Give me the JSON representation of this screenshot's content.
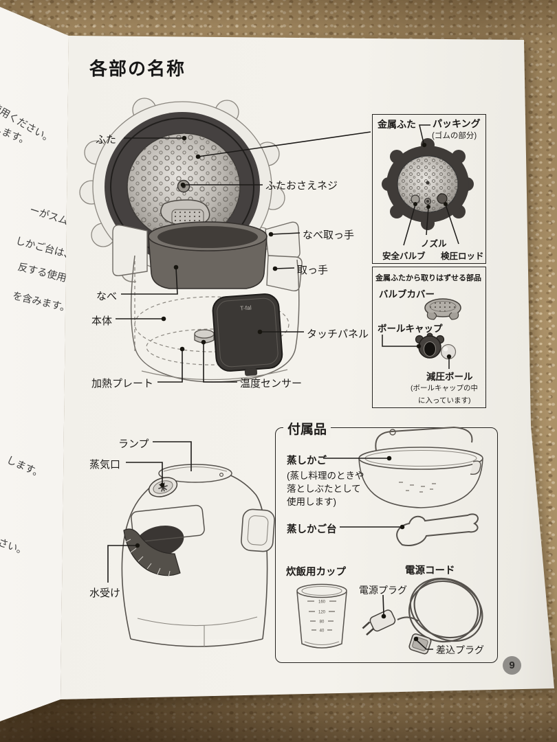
{
  "page": {
    "title": "各部の名称",
    "page_number": "9"
  },
  "left_page": {
    "fragments": [
      "使用ください。",
      "します。",
      "ーがスムー",
      "しかご台は、",
      "反する使用",
      "を含みます。",
      "します。",
      "ださい。"
    ]
  },
  "main_diagram": {
    "panel_logo": "T-fal",
    "labels": {
      "futa": "ふた",
      "futa_osae_neji": "ふたおさえネジ",
      "nabe_totte": "なべ取っ手",
      "totte": "取っ手",
      "nabe": "なべ",
      "hontai": "本体",
      "touch_panel": "タッチパネル",
      "kanetsu_plate": "加熱プレート",
      "ondo_sensor": "温度センサー"
    }
  },
  "metal_lid_box": {
    "title": "金属ふた",
    "packing": "パッキング",
    "packing_note": "(ゴムの部分)",
    "nozzle": "ノズル",
    "safety_valve": "安全バルブ",
    "kenatsu_rod": "検圧ロッド"
  },
  "removable_box": {
    "title": "金属ふたから取りはずせる部品",
    "valve_cover": "バルブカバー",
    "ball_cap": "ボールキャップ",
    "genatsu_ball": "減圧ボール",
    "note_line1": "(ボールキャップの中",
    "note_line2": "に入っています)"
  },
  "bottom_diagram": {
    "labels": {
      "lamp": "ランプ",
      "jouki_guchi": "蒸気口",
      "mizu_uke": "水受け"
    }
  },
  "accessories_box": {
    "title": "付属品",
    "steam_basket": "蒸しかご",
    "steam_basket_note1": "(蒸し料理のときや",
    "steam_basket_note2": "落としぶたとして",
    "steam_basket_note3": "使用します)",
    "steam_basket_stand": "蒸しかご台",
    "rice_cup": "炊飯用カップ",
    "power_cord": "電源コード",
    "power_plug": "電源プラグ",
    "sashikomi_plug": "差込プラグ",
    "cup_marks": [
      "160",
      "120",
      "80",
      "40"
    ]
  }
}
